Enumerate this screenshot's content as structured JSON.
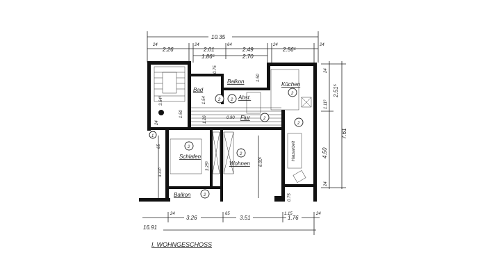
{
  "title": "I. WOHNGESCHOSS",
  "dimensions": {
    "top_total": "10.35",
    "top_row": [
      "24",
      "2.26",
      "24",
      "2.01",
      "64",
      "2.49",
      "24",
      "2.56⁵",
      "24"
    ],
    "top_row2": [
      "1.86⁵",
      "2.70"
    ],
    "right": [
      "24",
      "2.51⁵",
      "1.11⁵",
      "4.50",
      "24",
      "7.61"
    ],
    "bottom_row": [
      "24",
      "3.26",
      "65",
      "3.51",
      "1.15",
      "1.76",
      "24"
    ],
    "bottom_total": "16.91",
    "inner": {
      "stair_depth": "3.64⁵",
      "stair_landing": "1.50",
      "stair_wall": "24",
      "balkon_depth": "0.75",
      "balkon_door": "1.50",
      "flur_width": "1.26",
      "door": "0.90",
      "bad_small": "1.54",
      "schlafen_depth": "3.25⁵",
      "wohnen_depth": "6.00⁵",
      "left_depth": "3.33⁵",
      "left_small": "65",
      "bottom_right_small": "0.75"
    }
  },
  "rooms": {
    "balkon_top": "Balkon",
    "bad": "Bad",
    "abst": "Abst.",
    "kuechen": "Küchen",
    "flur": "Flur",
    "schlafen": "Schlafen",
    "wohnen": "Wohnen",
    "hauswirtschaft": "Hausarbeit",
    "balkon_bottom": "Balkon"
  },
  "room_numbers": {
    "two": "2",
    "one": "1"
  }
}
